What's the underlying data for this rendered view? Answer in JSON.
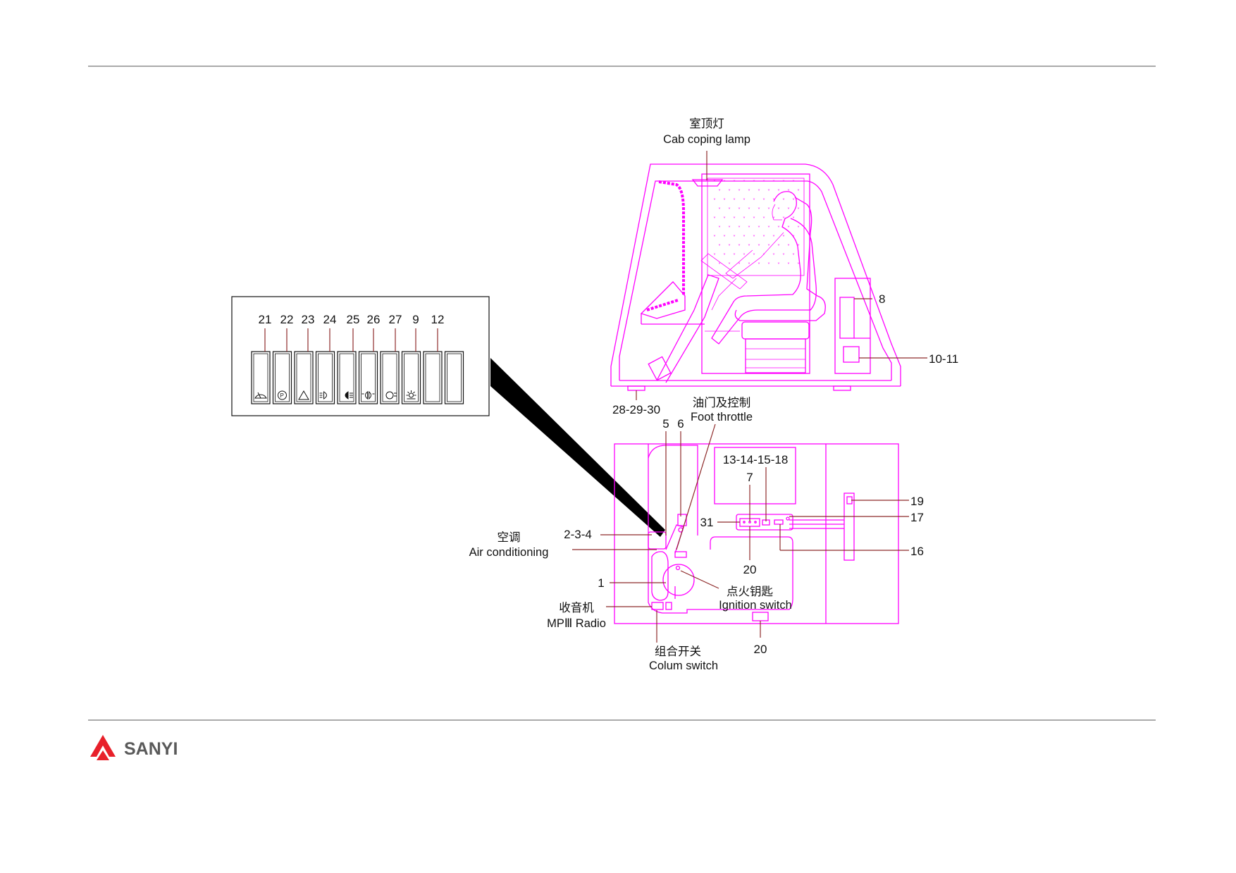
{
  "brand": {
    "name": "SANYI",
    "logo_color": "#e8202a",
    "text_color": "#5a5a5a"
  },
  "colors": {
    "outline": "#ff00ff",
    "leader": "#8e2a2a",
    "text": "#111111"
  },
  "switch_panel": {
    "numbers": [
      "21",
      "22",
      "23",
      "24",
      "25",
      "26",
      "27",
      "9",
      "12"
    ],
    "icons": [
      "wiper-icon",
      "parking-brake-icon",
      "hazard-icon",
      "headlamp-icon",
      "high-beam-icon",
      "fog-lamp-icon",
      "rear-fog-icon",
      "work-light-icon",
      "",
      ""
    ]
  },
  "side_view": {
    "cab_lamp": {
      "cn": "室顶灯",
      "en": "Cab coping lamp"
    },
    "label_8": "8",
    "label_10_11": "10-11",
    "label_28_29_30": "28-29-30"
  },
  "top_view": {
    "foot_throttle": {
      "cn": "油门及控制",
      "en": "Foot throttle"
    },
    "label_5": "5",
    "label_6": "6",
    "label_13_18": "13-14-15-18",
    "label_7": "7",
    "label_31": "31",
    "label_19": "19",
    "label_17": "17",
    "label_16": "16",
    "label_20_a": "20",
    "label_20_b": "20",
    "label_2_3_4": "2-3-4",
    "label_1": "1",
    "air_conditioning": {
      "cn": "空调",
      "en": "Air conditioning"
    },
    "ignition": {
      "cn": "点火钥匙",
      "en": "Ignition switch"
    },
    "radio": {
      "cn": "收音机",
      "en": "MPⅢ Radio"
    },
    "column_switch": {
      "cn": "组合开关",
      "en": "Colum switch"
    }
  }
}
